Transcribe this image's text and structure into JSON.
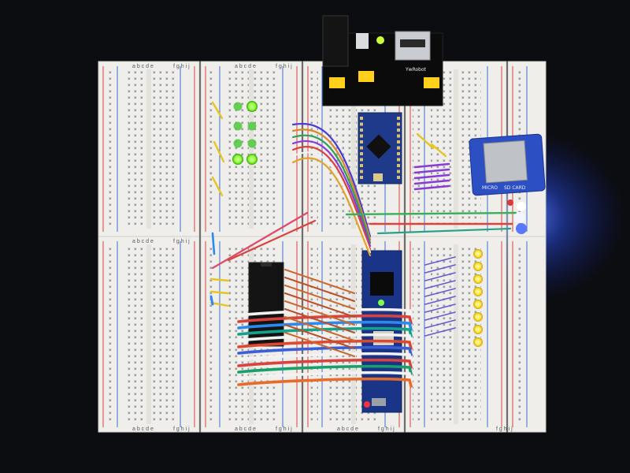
{
  "breadboard": {
    "column_header": "a b c d e",
    "column_header_2": "f g h i j",
    "rail_plus": "+",
    "rail_minus": "−"
  },
  "power_module": {
    "brand": "YwRobot"
  },
  "sd_module": {
    "line1": "MICRO",
    "line2": "SD CARD"
  },
  "colors": {
    "board": "#efeeea",
    "hole": "#9aa0a6",
    "rail_red": "#d8433d",
    "rail_blue": "#3b6fd1",
    "led_green": "#8dff3a",
    "led_yellow": "#ffe43a",
    "led_blue": "#2d55ff",
    "pcb_blue": "#1f3a8a",
    "pcb_black": "#0a0a0a"
  }
}
